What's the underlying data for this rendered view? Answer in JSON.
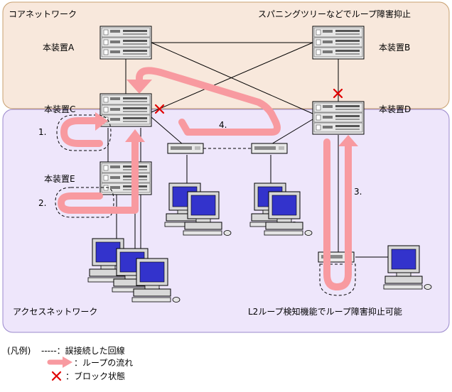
{
  "zones": {
    "core_label": "コアネットワーク",
    "core_note": "スパニングツリーなどでループ障害抑止",
    "access_label": "アクセスネットワーク",
    "access_note": "L2ループ検知機能でループ障害抑止可能"
  },
  "devices": {
    "a": "本装置A",
    "b": "本装置B",
    "c": "本装置C",
    "d": "本装置D",
    "e": "本装置E"
  },
  "steps": {
    "s1": "1.",
    "s2": "2.",
    "s3": "3.",
    "s4": "4."
  },
  "legend": {
    "title": "(凡例)",
    "dashed_line": "-----：誤接続した回線",
    "loop_flow": "：ループの流れ",
    "blocked": "：ブロック状態"
  },
  "colors": {
    "core_bg": "#f8e8dc",
    "access_bg": "#eee6fb",
    "loop_arrow": "#f89aa0",
    "block_mark": "#e00000",
    "monitor_screen": "#3333cc"
  },
  "icons": {
    "switch": "network-switch-icon",
    "hub": "hub-icon",
    "pc": "desktop-pc-icon",
    "block": "block-x-icon",
    "loop": "loop-arrow-icon"
  }
}
